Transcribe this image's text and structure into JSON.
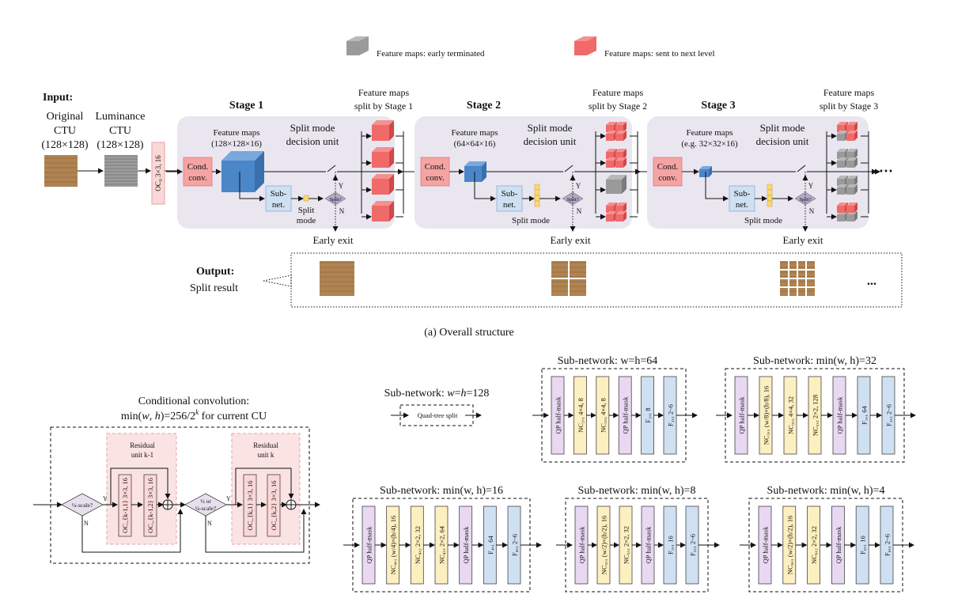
{
  "legend": {
    "early": "Feature maps: early terminated",
    "next": "Feature maps: sent to next level"
  },
  "input": {
    "title": "Input:",
    "orig": [
      "Original",
      "CTU",
      "(128×128)"
    ],
    "lum": [
      "Luminance",
      "CTU",
      "(128×128)"
    ]
  },
  "oc0": "OC₀ 3×3, 16",
  "stages": [
    {
      "title": "Stage 1",
      "fm": [
        "Feature maps",
        "(128×128×16)"
      ],
      "split_fm": [
        "Feature maps",
        "split by Stage 1"
      ]
    },
    {
      "title": "Stage 2",
      "fm": [
        "Feature maps",
        "(64×64×16)"
      ],
      "split_fm": [
        "Feature maps",
        "split by Stage 2"
      ]
    },
    {
      "title": "Stage 3",
      "fm": [
        "Feature maps",
        "(e.g. 32×32×16)"
      ],
      "split_fm": [
        "Feature maps",
        "split by Stage 3"
      ]
    }
  ],
  "common": {
    "cond": [
      "Cond.",
      "conv."
    ],
    "subnet": [
      "Sub-",
      "net."
    ],
    "split_mode_decision": [
      "Split mode",
      "decision unit"
    ],
    "split_mode": [
      "Split",
      "mode"
    ],
    "split_mode_one": "Split mode",
    "split_q": "Split?",
    "yes": "Y",
    "no": "N",
    "early_exit": "Early exit",
    "ellipsis": "⋯",
    "dots": "..."
  },
  "output": {
    "title": "Output:",
    "sub": "Split result"
  },
  "caption_a": "(a)  Overall structure",
  "condconv": {
    "title1": "Conditional convolution:",
    "title2": "min(w, h)=256/2^k for current CU",
    "res1": [
      "Residual",
      "unit k-1"
    ],
    "res2": [
      "Residual",
      "unit k"
    ],
    "q1": "¼-scale?",
    "q2": [
      "½ or",
      "¼-scale?"
    ],
    "oc_a": "OC_{k-1,1}  3×3, 16",
    "oc_b": "OC_{k-1,2}  3×3, 16",
    "oc_c": "OC_{k,1}  3×3, 16",
    "oc_d": "OC_{k,2}  3×3, 16"
  },
  "subnets": {
    "s128": {
      "title": "Sub-network: w=h=128",
      "box": "Quad-tree split"
    },
    "s64": {
      "title": "Sub-network: w=h=64",
      "layers": [
        "QP half-mask",
        "NC₂,₁  4×4, 8",
        "NC₂,₂  4×4, 8",
        "QP half-mask",
        "F₂,₁  8",
        "F₂,₂  2~6"
      ]
    },
    "s32": {
      "title": "Sub-network: min(w, h)=32",
      "layers": [
        "QP half-mask",
        "NC₃,₁  (w/8)×(h/8), 16",
        "NC₃,₂  4×4, 32",
        "NC₃,₃  2×2, 128",
        "QP half-mask",
        "F₃,₁  64",
        "F₃,₂  2~6"
      ]
    },
    "s16": {
      "title": "Sub-network: min(w, h)=16",
      "layers": [
        "QP half-mask",
        "NC₄,₁  (w/4)×(h/4), 16",
        "NC₄,₂  2×2, 32",
        "NC₄,₃  2×2, 64",
        "QP half-mask",
        "F₄,₁  64",
        "F₄,₂  2~6"
      ]
    },
    "s8": {
      "title": "Sub-network: min(w, h)=8",
      "layers": [
        "QP half-mask",
        "NC₅,₁  (w/2)×(h/2), 16",
        "NC₅,₂  2×2, 32",
        "QP half-mask",
        "F₅,₁  16",
        "F₅,₂  2~6"
      ]
    },
    "s4": {
      "title": "Sub-network: min(w, h)=4",
      "layers": [
        "QP half-mask",
        "NC₆,₁  (w/2)×(h/2), 16",
        "NC₆,₂  2×2, 32",
        "QP half-mask",
        "F₆,₁  16",
        "F₆,₂  2~6"
      ]
    }
  },
  "colors": {
    "pink": "#f5a3a3",
    "blue": "#4a86c8",
    "lightblue": "#cfe0f2",
    "purple": "#e8d8f2",
    "yellow": "#fcefc0",
    "gray": "#9a9a9a",
    "red": "#f06a6a",
    "stage": "#e9e6f0",
    "respink": "#fbe3e3"
  }
}
